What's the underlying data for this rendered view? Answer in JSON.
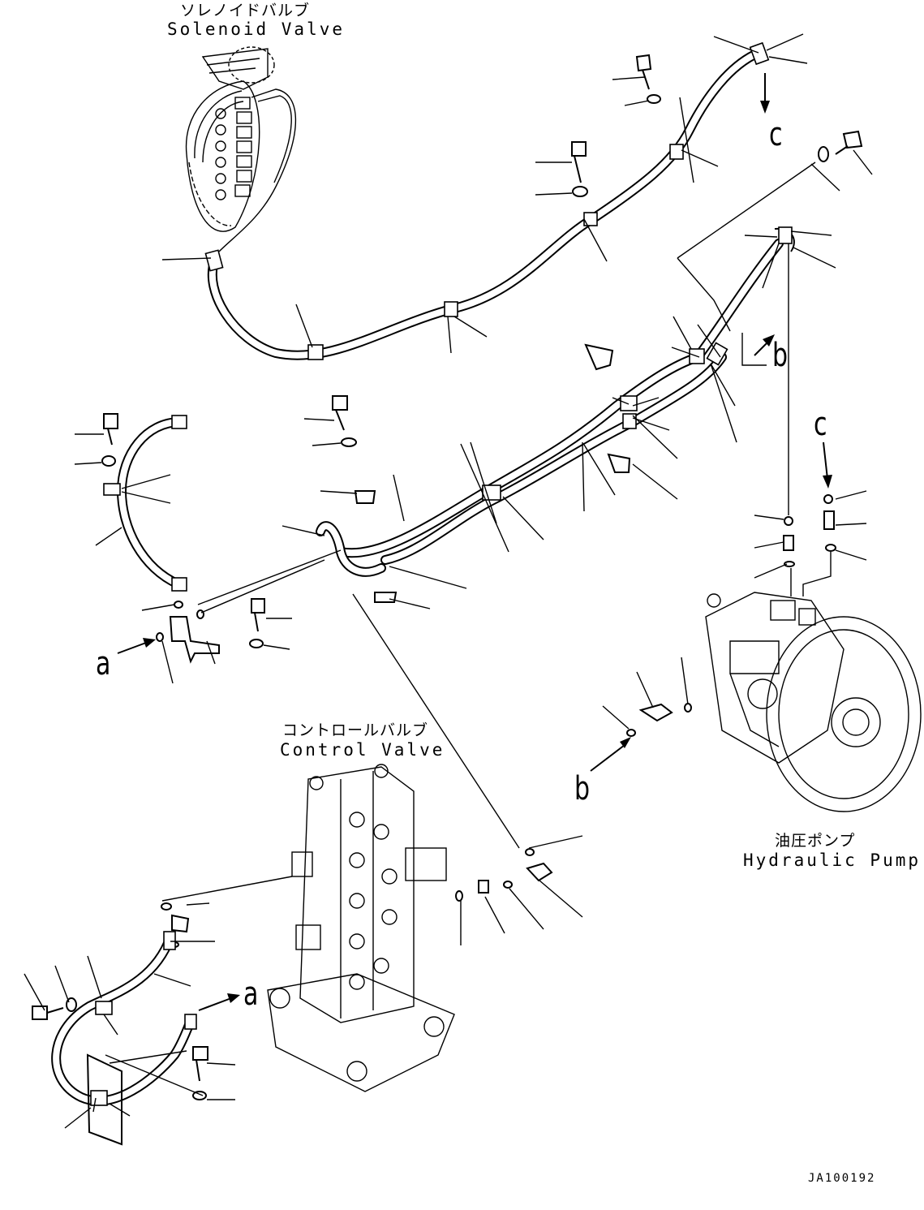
{
  "labels": {
    "solenoid_jp": "ソレノイドバルブ",
    "solenoid_en": "Solenoid Valve",
    "control_jp": "コントロールバルブ",
    "control_en": "Control Valve",
    "pump_jp": "油圧ポンプ",
    "pump_en": "Hydraulic Pump"
  },
  "callouts": {
    "a1": "a",
    "a2": "a",
    "b1": "b",
    "b2": "b",
    "c1": "c",
    "c2": "c"
  },
  "drawing_code": "JA100192"
}
